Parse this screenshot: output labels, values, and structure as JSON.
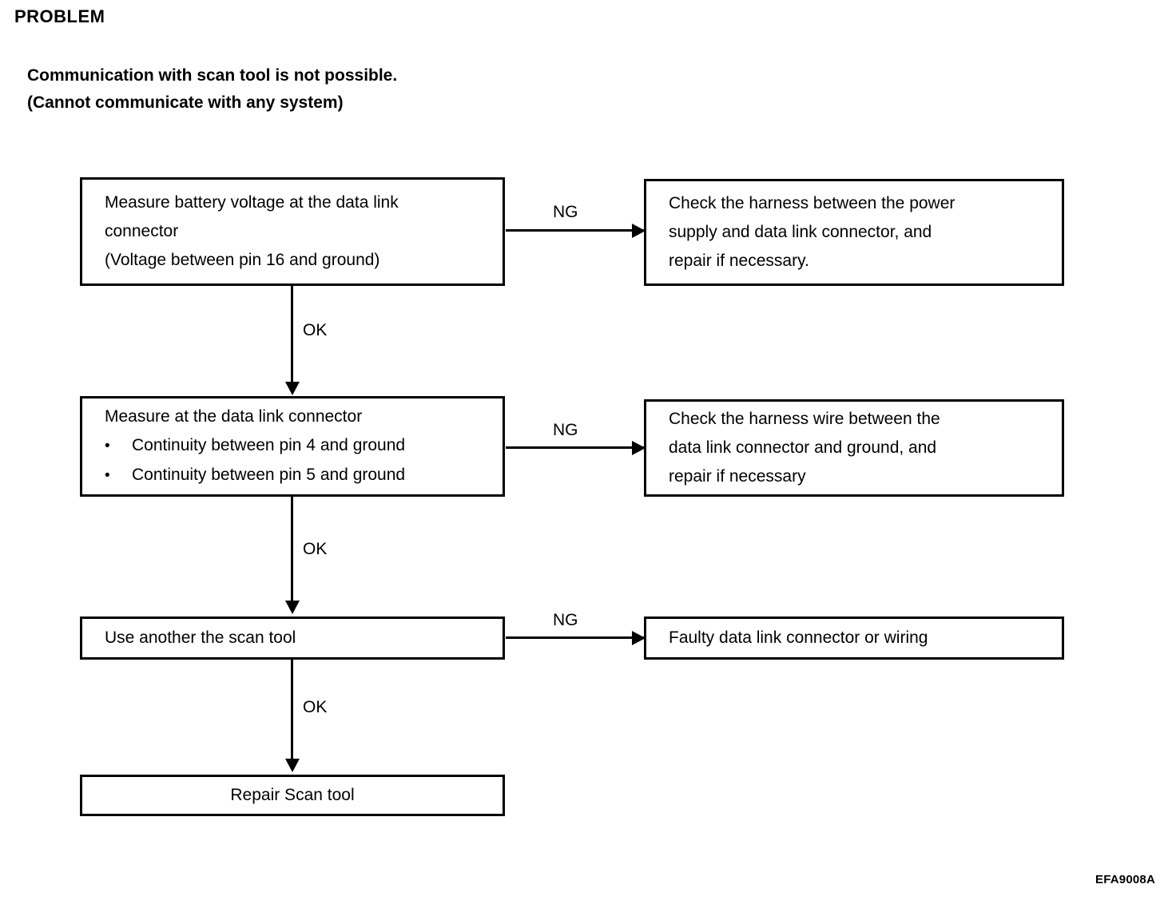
{
  "header": {
    "section_label": "PROBLEM",
    "statement_line1": "Communication with scan tool is not possible.",
    "statement_line2": "(Cannot communicate with any system)"
  },
  "flowchart": {
    "boxes": {
      "measure_voltage": {
        "line1": "Measure battery voltage at the data link",
        "line2": "connector",
        "line3": "(Voltage between pin 16 and ground)"
      },
      "check_power_harness": {
        "line1": "Check the harness between the power",
        "line2": "supply and data link connector, and",
        "line3": "repair if necessary."
      },
      "measure_continuity": {
        "line1": "Measure at the data link connector",
        "bullet1": "Continuity between pin 4 and ground",
        "bullet2": "Continuity between pin 5 and ground",
        "bullet_glyph": "•"
      },
      "check_ground_harness": {
        "line1": "Check the harness wire between the",
        "line2": "data link connector and ground, and",
        "line3": "repair if necessary"
      },
      "use_another_tool": {
        "line1": "Use another the scan tool"
      },
      "faulty_connector": {
        "line1": "Faulty data link connector or wiring"
      },
      "repair_scan_tool": {
        "line1": "Repair Scan tool"
      }
    },
    "edge_labels": {
      "ng1": "NG",
      "ng2": "NG",
      "ng3": "NG",
      "ok1": "OK",
      "ok2": "OK",
      "ok3": "OK"
    }
  },
  "footer": {
    "figure_code": "EFA9008A"
  },
  "colors": {
    "ink": "#000000",
    "paper": "#ffffff"
  }
}
